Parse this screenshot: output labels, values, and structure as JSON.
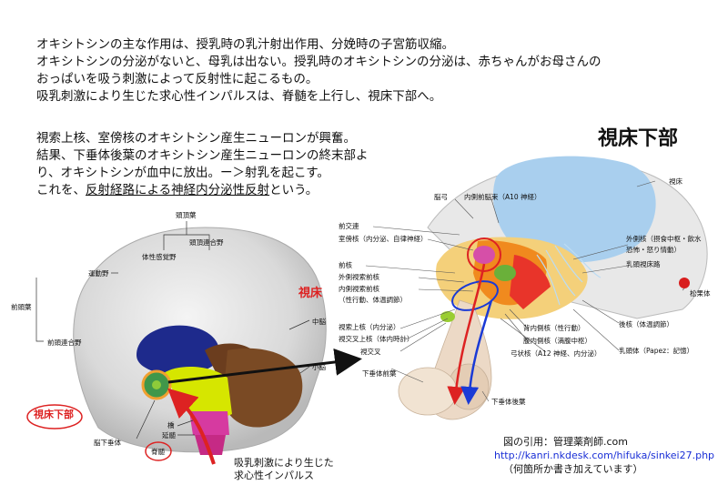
{
  "intro": [
    "オキシトシンの主な作用は、授乳時の乳汁射出作用、分娩時の子宮筋収縮。",
    "オキシトシンの分泌がないと、母乳は出ない。授乳時のオキシトシンの分泌は、赤ちゃんがお母さんの",
    "おっぱいを吸う刺激によって反射性に起こるもの。",
    "吸乳刺激により生じた求心性インパルスは、脊髄を上行し、視床下部へ。"
  ],
  "desc": {
    "line1": "視索上核、室傍核のオキシトシン産生ニューロンが興奮。",
    "line2": "結果、下垂体後葉のオキシトシン産生ニューロンの終末部よ",
    "line3": "り、オキシトシンが血中に放出。ー＞射乳を起こす。",
    "line4_prefix": "これを、",
    "line4_underlined": "反射経路による神経内分泌性反射",
    "line4_suffix": "という。"
  },
  "title": "視床下部",
  "left_labels": {
    "parietal_lobe": "頭頂葉",
    "parietal_assoc": "頭頂連合野",
    "somatosensory": "体性感覚野",
    "motor": "運動野",
    "frontal_lobe": "前頭葉",
    "frontal_assoc": "前頭連合野",
    "thalamus": "視床",
    "midbrain": "中脳",
    "cerebellum": "小脳",
    "hypothalamus": "視床下部",
    "pons": "橋",
    "medulla": "延髄",
    "pituitary": "脳下垂体",
    "spinal_cord": "脊髄",
    "impulse_line1": "吸乳刺激により生じた",
    "impulse_line2": "求心性インパルス"
  },
  "right_labels": {
    "fornix": "脳弓",
    "mfb": "内側前脳束（A10 神経）",
    "thalamus": "視床",
    "anterior_commissure": "前交連",
    "paraventricular": "室傍核（内分泌、自律神経）",
    "lateral_nucleus": "外側核（摂食中枢・飲水",
    "lateral_nucleus_2": "恐怖・怒り情動）",
    "anterior_nucleus": "前核",
    "mammillothalamic": "乳頭視床路",
    "lateral_preoptic": "外側視索前核",
    "medial_preoptic": "内側視索前核",
    "medial_preoptic_2": "（性行動、体温調節）",
    "pineal": "松果体",
    "suprachiasmatic_upper": "視索上核（内分泌）",
    "suprachiasmatic": "視交叉上核（体内時計）",
    "optic_chiasm": "視交叉",
    "dorsomedial": "背内側核（性行動）",
    "ventromedial": "腹内側核（満腹中枢）",
    "arcuate": "弓状核（A12 神経、内分泌）",
    "posterior_nucleus": "後核（体温調節）",
    "mammillary": "乳頭体（Papez：記憶）",
    "anterior_pituitary": "下垂体前葉",
    "posterior_pituitary": "下垂体後葉"
  },
  "citation": {
    "line1": "図の引用：管理薬剤師.com",
    "url": "http://kanri.nkdesk.com/hifuka/sinkei27.php",
    "line3": "（何箇所か書き加えています）"
  },
  "colors": {
    "accent_red": "#d22222",
    "arrow_blue": "#1a3ad6",
    "link_blue": "#1a2fd6"
  }
}
